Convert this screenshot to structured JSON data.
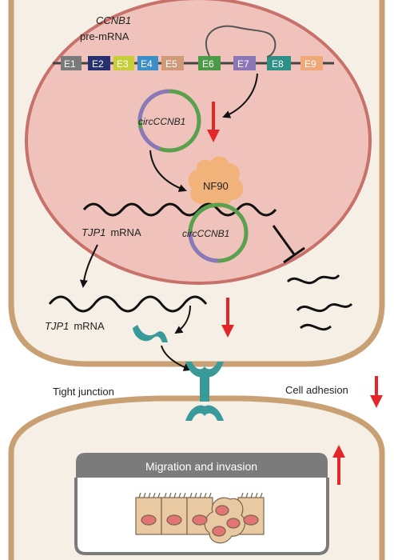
{
  "gene": {
    "name": "CCNB1",
    "subtitle": "pre-mRNA"
  },
  "exons": [
    {
      "label": "E1",
      "color": "#7a7a7a"
    },
    {
      "label": "E2",
      "color": "#26306e"
    },
    {
      "label": "E3",
      "color": "#c6cf3a"
    },
    {
      "label": "E4",
      "color": "#3c8fc6"
    },
    {
      "label": "E5",
      "color": "#cf9a78"
    },
    {
      "label": "E6",
      "color": "#4c9a48"
    },
    {
      "label": "E7",
      "color": "#8c76b6"
    },
    {
      "label": "E8",
      "color": "#2e8f86"
    },
    {
      "label": "E9",
      "color": "#f0a878"
    }
  ],
  "labels": {
    "circ_top": "circCCNB1",
    "circ_bottom": "circCCNB1",
    "nf90": "NF90",
    "tjp1_nucleus": {
      "name": "TJP1",
      "suffix": "mRNA"
    },
    "tjp1_cytoplasm": {
      "name": "TJP1",
      "suffix": "mRNA"
    },
    "tight_junction": "Tight junction",
    "cell_adhesion": "Cell adhesion",
    "migration": "Migration and invasion"
  },
  "colors": {
    "cell": "#f5efe5",
    "cell_border": "#c9a074",
    "nucleus": "#efc3bb",
    "nucleus_border": "#c8706a",
    "nf90": "#f2b37a",
    "junction_protein": "#3a9a9a",
    "arrow_red": "#e2262a",
    "circ_green": "#5aa04e",
    "circ_purple": "#8a78b8",
    "panel_header": "#7b7b7b",
    "tissue_cell": "#e8c9a2",
    "tissue_nucleus": "#e27474"
  }
}
